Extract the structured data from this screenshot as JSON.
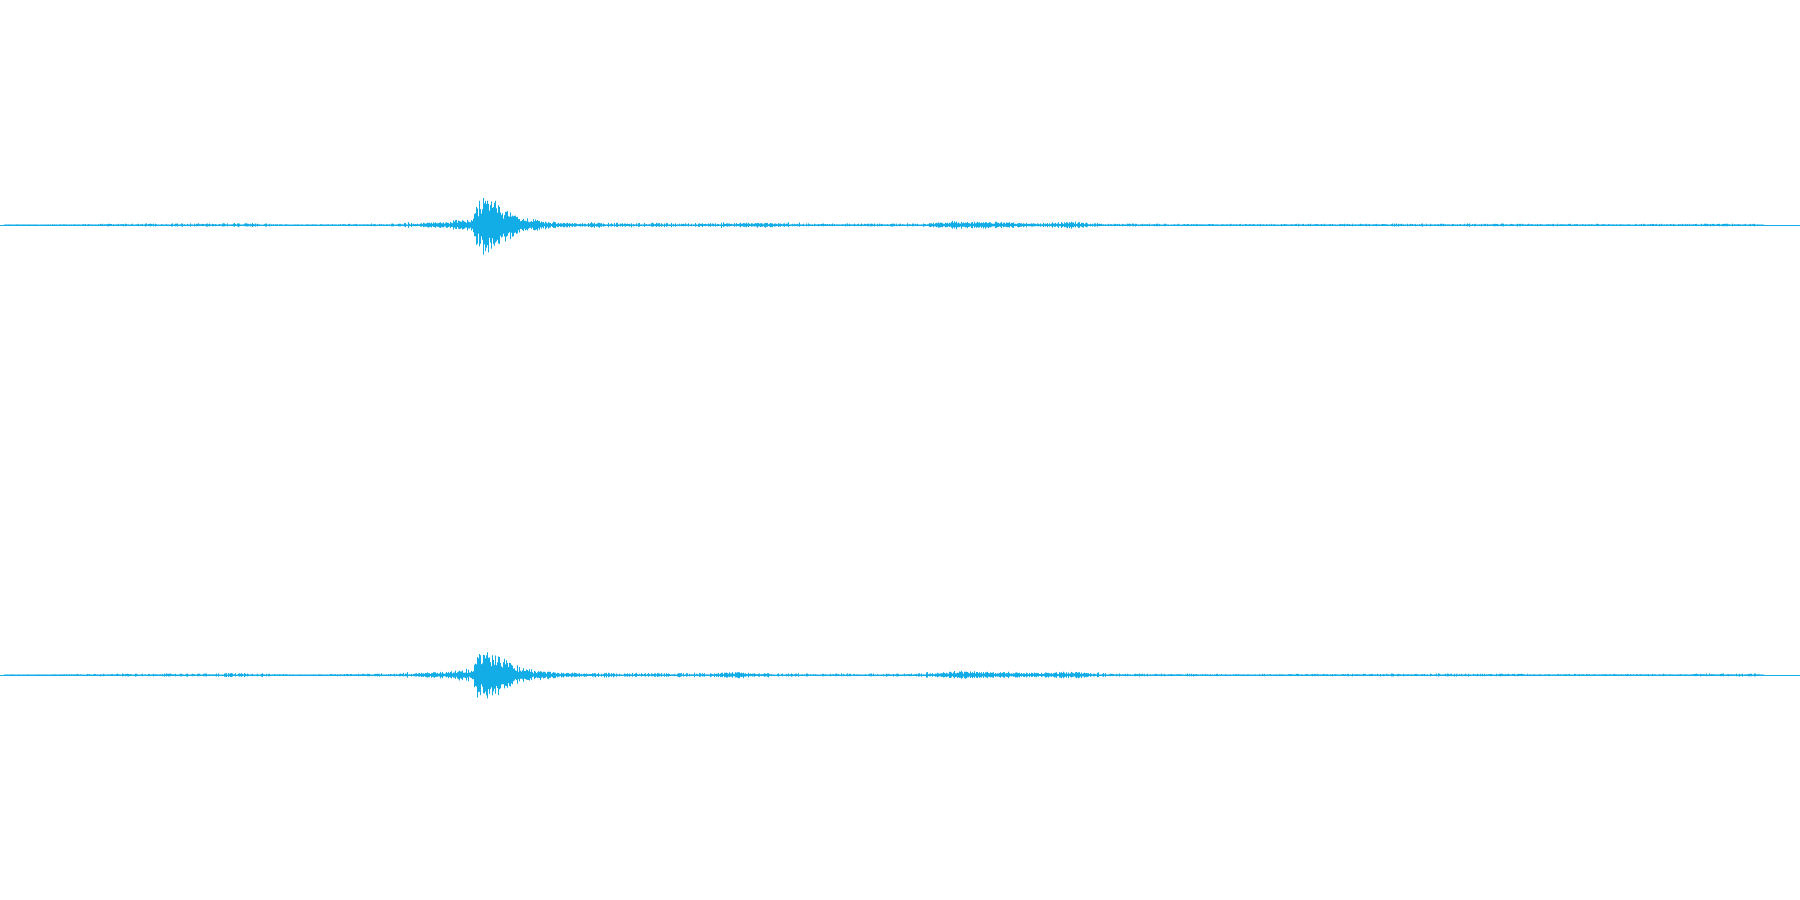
{
  "waveform": {
    "color": "#12ade7",
    "background": "#ffffff",
    "channels": [
      {
        "name": "",
        "envelope": [
          {
            "t": 0.0,
            "amp": 0.0
          },
          {
            "t": 0.017,
            "amp": 0.01
          },
          {
            "t": 0.06,
            "amp": 0.025
          },
          {
            "t": 0.1,
            "amp": 0.03
          },
          {
            "t": 0.14,
            "amp": 0.04
          },
          {
            "t": 0.165,
            "amp": 0.01
          },
          {
            "t": 0.18,
            "amp": 0.02
          },
          {
            "t": 0.22,
            "amp": 0.03
          },
          {
            "t": 0.245,
            "amp": 0.11
          },
          {
            "t": 0.262,
            "amp": 0.22
          },
          {
            "t": 0.266,
            "amp": 1.0
          },
          {
            "t": 0.272,
            "amp": 0.9
          },
          {
            "t": 0.278,
            "amp": 0.65
          },
          {
            "t": 0.29,
            "amp": 0.24
          },
          {
            "t": 0.31,
            "amp": 0.09
          },
          {
            "t": 0.34,
            "amp": 0.04
          },
          {
            "t": 0.39,
            "amp": 0.04
          },
          {
            "t": 0.42,
            "amp": 0.09
          },
          {
            "t": 0.45,
            "amp": 0.03
          },
          {
            "t": 0.51,
            "amp": 0.03
          },
          {
            "t": 0.53,
            "amp": 0.14
          },
          {
            "t": 0.55,
            "amp": 0.11
          },
          {
            "t": 0.58,
            "amp": 0.08
          },
          {
            "t": 0.595,
            "amp": 0.12
          },
          {
            "t": 0.615,
            "amp": 0.03
          },
          {
            "t": 0.7,
            "amp": 0.02
          },
          {
            "t": 0.8,
            "amp": 0.03
          },
          {
            "t": 0.9,
            "amp": 0.02
          },
          {
            "t": 0.975,
            "amp": 0.03
          },
          {
            "t": 0.98,
            "amp": 0.0
          },
          {
            "t": 1.0,
            "amp": 0.0
          }
        ]
      },
      {
        "name": "",
        "envelope": [
          {
            "t": 0.0,
            "amp": 0.0
          },
          {
            "t": 0.017,
            "amp": 0.01
          },
          {
            "t": 0.06,
            "amp": 0.025
          },
          {
            "t": 0.1,
            "amp": 0.03
          },
          {
            "t": 0.14,
            "amp": 0.04
          },
          {
            "t": 0.165,
            "amp": 0.01
          },
          {
            "t": 0.18,
            "amp": 0.02
          },
          {
            "t": 0.22,
            "amp": 0.03
          },
          {
            "t": 0.245,
            "amp": 0.11
          },
          {
            "t": 0.262,
            "amp": 0.22
          },
          {
            "t": 0.266,
            "amp": 1.0
          },
          {
            "t": 0.272,
            "amp": 0.9
          },
          {
            "t": 0.278,
            "amp": 0.65
          },
          {
            "t": 0.29,
            "amp": 0.24
          },
          {
            "t": 0.31,
            "amp": 0.09
          },
          {
            "t": 0.34,
            "amp": 0.04
          },
          {
            "t": 0.39,
            "amp": 0.04
          },
          {
            "t": 0.41,
            "amp": 0.11
          },
          {
            "t": 0.43,
            "amp": 0.03
          },
          {
            "t": 0.51,
            "amp": 0.03
          },
          {
            "t": 0.53,
            "amp": 0.14
          },
          {
            "t": 0.55,
            "amp": 0.11
          },
          {
            "t": 0.58,
            "amp": 0.08
          },
          {
            "t": 0.595,
            "amp": 0.12
          },
          {
            "t": 0.615,
            "amp": 0.03
          },
          {
            "t": 0.7,
            "amp": 0.02
          },
          {
            "t": 0.8,
            "amp": 0.03
          },
          {
            "t": 0.9,
            "amp": 0.02
          },
          {
            "t": 0.975,
            "amp": 0.03
          },
          {
            "t": 0.98,
            "amp": 0.0
          },
          {
            "t": 1.0,
            "amp": 0.0
          }
        ]
      }
    ]
  }
}
